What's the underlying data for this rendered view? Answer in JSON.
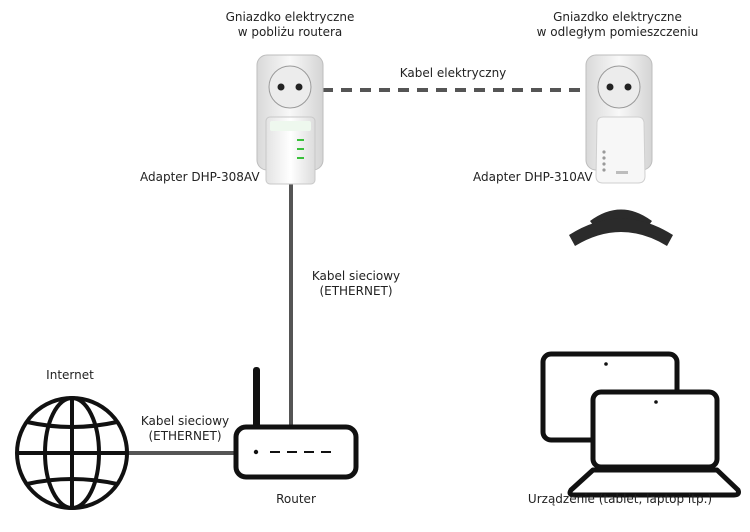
{
  "socket_near": {
    "line1": "Gniazdko elektryczne",
    "line2": "w pobliżu routera"
  },
  "socket_far": {
    "line1": "Gniazdko elektryczne",
    "line2": "w odległym pomieszczeniu"
  },
  "power_cable_label": "Kabel elektryczny",
  "adapter_near_label": "Adapter DHP-308AV",
  "adapter_far_label": "Adapter DHP-310AV",
  "ethernet_cable_vertical": {
    "line1": "Kabel sieciowy",
    "line2": "(ETHERNET)"
  },
  "ethernet_cable_horizontal": {
    "line1": "Kabel sieciowy",
    "line2": "(ETHERNET)"
  },
  "internet_label": "Internet",
  "router_label": "Router",
  "device_label": "Urządzenie (tablet, laptop itp.)",
  "colors": {
    "line": "#555555",
    "dashed": "#555555",
    "adapter_led": "#39c13a",
    "icon": "#111111"
  }
}
